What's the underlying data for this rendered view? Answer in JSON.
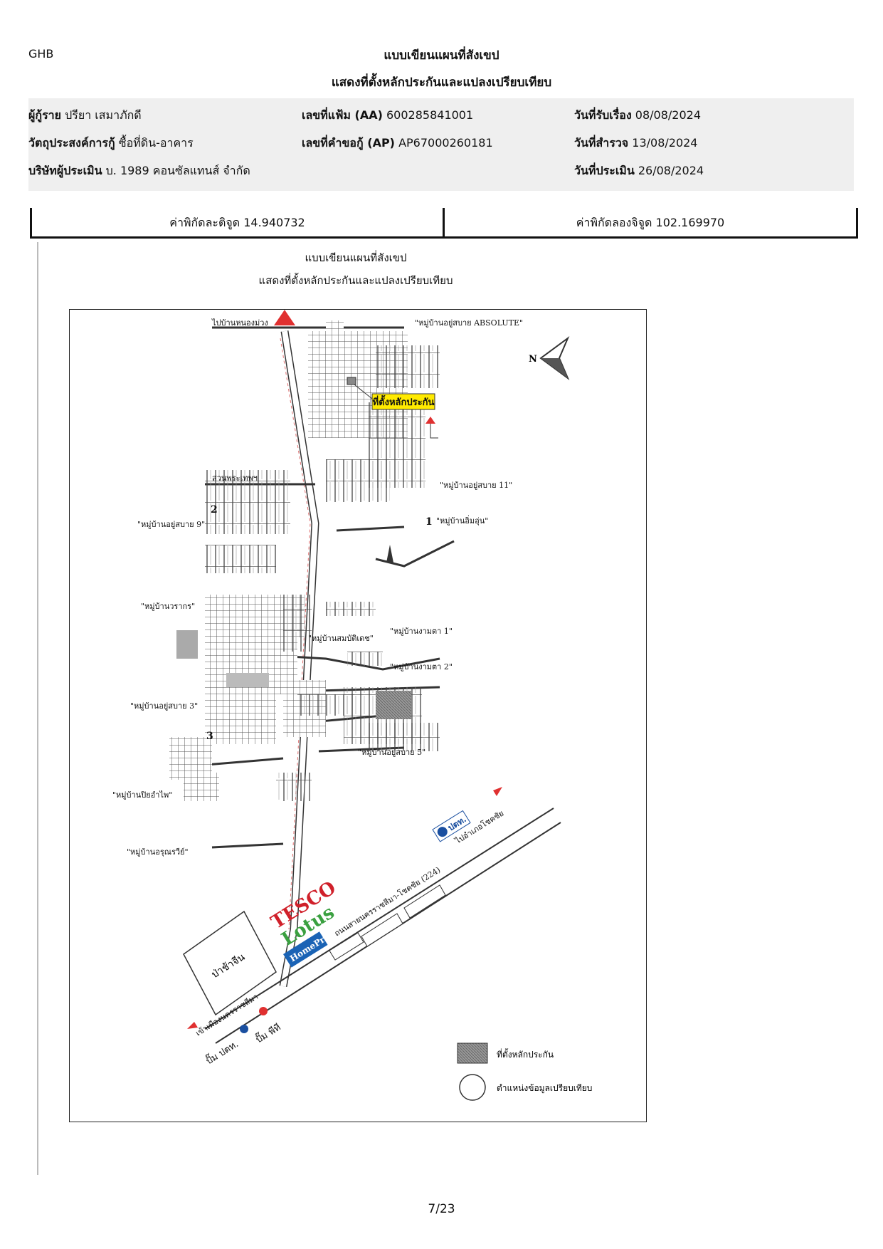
{
  "header": {
    "org": "GHB",
    "title": "แบบเขียนแผนที่สังเขป",
    "subtitle": "แสดงที่ตั้งหลักประกันและแปลงเปรียบเทียบ"
  },
  "info": {
    "borrower_label": "ผู้กู้ราย",
    "borrower": "ปรียา เสมาภักดี",
    "file_no_label": "เลขที่แฟ้ม (AA)",
    "file_no": "600285841001",
    "received_label": "วันที่รับเรื่อง",
    "received": "08/08/2024",
    "purpose_label": "วัตถุประสงค์การกู้",
    "purpose": "ซื้อที่ดิน-อาคาร",
    "app_no_label": "เลขที่คำขอกู้ (AP)",
    "app_no": "AP67000260181",
    "survey_label": "วันที่สำรวจ",
    "survey": "13/08/2024",
    "appraiser_label": "บริษัทผู้ประเมิน",
    "appraiser": "บ. 1989 คอนซัลแทนส์ จำกัด",
    "appraisal_label": "วันที่ประเมิน",
    "appraisal": "26/08/2024"
  },
  "coords": {
    "lat": "ค่าพิกัดละติจูด 14.940732",
    "lon": "ค่าพิกัดลองจิจูด 102.169970"
  },
  "map": {
    "title": "แบบเขียนแผนที่สังเขป",
    "subtitle": "แสดงที่ตั้งหลักประกันและแปลงเปรียบเทียบ",
    "labels": {
      "to_nong": "ไปบ้านหนองม่วง",
      "absolute": "\"หมู่บ้านอยู่สบาย ABSOLUTE\"",
      "collateral_callout": "ที่ตั้งหลักประกัน",
      "park": "สวนพระเทพฯ",
      "m11": "\"หมู่บ้านอยู่สบาย 11\"",
      "m9": "\"หมู่บ้านอยู่สบาย 9\"",
      "oomun": "\"หมู่บ้านอิ่มอุ่น\"",
      "worakorn": "\"หมู่บ้านวรากร\"",
      "sombat": "\"หมู่บ้านสมบัติเดช\"",
      "ngamta1": "\"หมู่บ้านงามตา 1\"",
      "ngamta2": "\"หมู่บ้านงามตา 2\"",
      "m3": "\"หมู่บ้านอยู่สบาย 3\"",
      "m5": "\"หมู่บ้านอยู่สบาย 5\"",
      "piya": "\"หมู่บ้านปิยอำไพ\"",
      "arun": "\"หมู่บ้านอรุณรวีย์\"",
      "hw": "ถนนสายนครราชสีมา-โชคชัย (224)",
      "to_chokchai": "ไปอำเภอโชคชัย",
      "to_korat": "เข้าเมืองนครราชสีมา",
      "pachamee": "ป่าช้าจีน",
      "ptt": "ปั๊ม ปตท.",
      "pt": "ปั๊ม พีที",
      "tesco1": "TESCO",
      "tesco2": "Lotus",
      "homepro": "HomePro",
      "ptt_logo": "ปตท.",
      "num1": "1",
      "num2": "2",
      "num3": "3",
      "compass_n": "N"
    },
    "legend": {
      "collateral": "ที่ตั้งหลักประกัน",
      "comparable": "ตำแหน่งข้อมูลเปรียบเทียบ"
    }
  },
  "footer": {
    "page": "7/23"
  }
}
